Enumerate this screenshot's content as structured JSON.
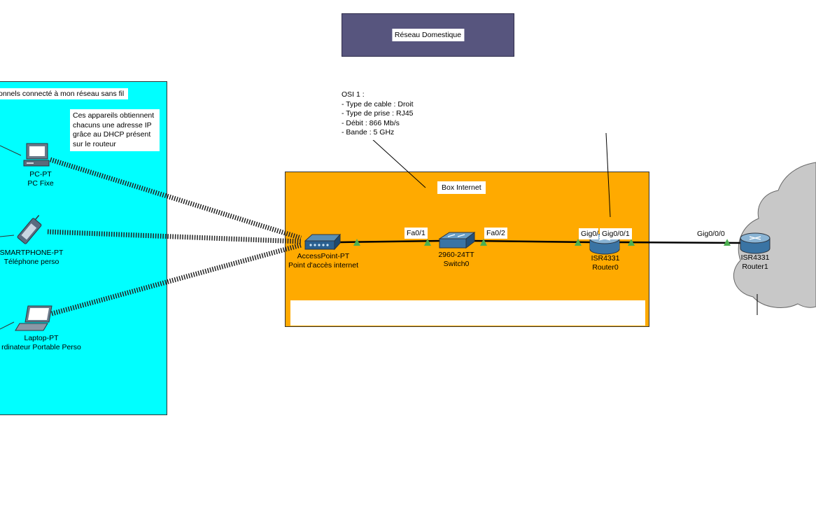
{
  "title": "Réseau Domestique",
  "wireless_zone": {
    "title": "onnels connecté à mon réseau sans fil",
    "dhcp_note": [
      "Ces appareils obtiennent",
      "chacuns une adresse IP",
      "grâce au DHCP présent",
      "sur le routeur"
    ]
  },
  "osi_note": [
    "OSI 1 :",
    "- Type de cable : Droit",
    "- Type de prise : RJ45",
    "- Débit : 866 Mb/s",
    "- Bande : 5 GHz"
  ],
  "box_internet": {
    "label": "Box Internet"
  },
  "devices": {
    "pc": {
      "model": "PC-PT",
      "name": "PC Fixe"
    },
    "smartphone": {
      "model": "SMARTPHONE-PT",
      "name": "Téléphone perso"
    },
    "laptop": {
      "model": "Laptop-PT",
      "name": "rdinateur Portable Perso"
    },
    "access_point": {
      "model": "AccessPoint-PT",
      "name": "Point d'accès internet"
    },
    "switch": {
      "model": "2960-24TT",
      "name": "Switch0"
    },
    "router0": {
      "model": "ISR4331",
      "name": "Router0"
    },
    "router1": {
      "model": "ISR4331",
      "name": "Router1"
    }
  },
  "ports": {
    "switch_left": "Fa0/1",
    "switch_right": "Fa0/2",
    "router0_left": "Gig0/",
    "router0_right": "Gig0/0/1",
    "router1_left": "Gig0/0/0"
  },
  "colors": {
    "title_box": "#57557e",
    "wireless_zone": "#00ffff",
    "box_internet": "#ffaa00",
    "cloud": "#c8c8c8",
    "link_up": "#4caf50"
  }
}
